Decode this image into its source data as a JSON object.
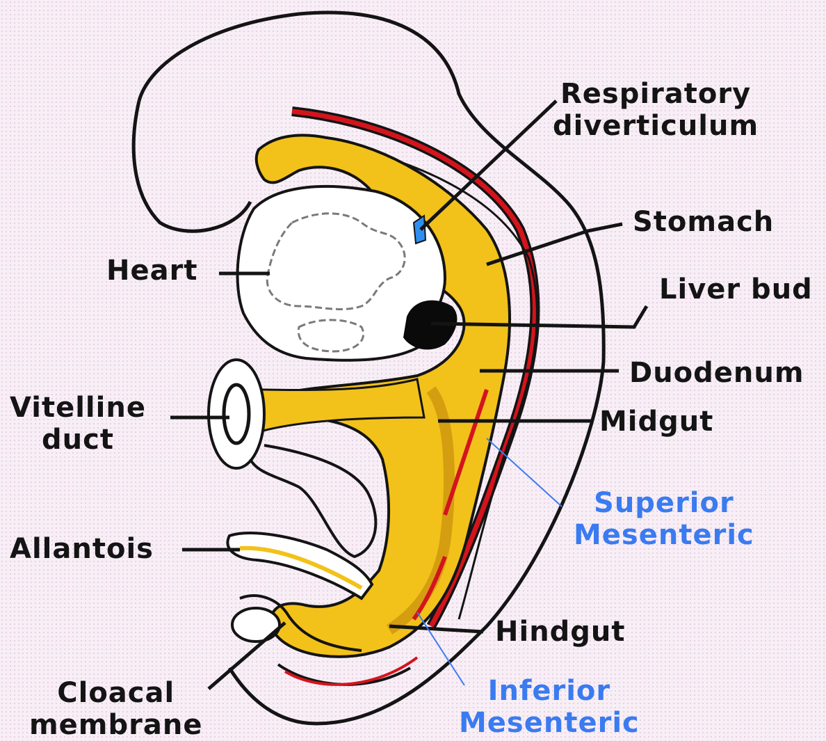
{
  "labels": {
    "respiratory_line1": "Respiratory",
    "respiratory_line2": "diverticulum",
    "stomach": "Stomach",
    "heart": "Heart",
    "liver_bud": "Liver bud",
    "duodenum": "Duodenum",
    "vitelline_line1": "Vitelline",
    "vitelline_line2": "duct",
    "midgut": "Midgut",
    "superior_line1": "Superior",
    "superior_line2": "Mesenteric",
    "allantois": "Allantois",
    "hindgut": "Hindgut",
    "cloacal_line1": "Cloacal",
    "cloacal_line2": "membrane",
    "inferior_line1": "Inferior",
    "inferior_line2": "Mesenteric"
  },
  "colors": {
    "gut_fill": "#f2c21a",
    "gut_shade": "#c98f0e",
    "artery": "#d4141c",
    "outline": "#141414",
    "vessel_label": "#3a7bf0",
    "liver": "#0a0a0a",
    "lung_bud": "#2f8ff0"
  }
}
